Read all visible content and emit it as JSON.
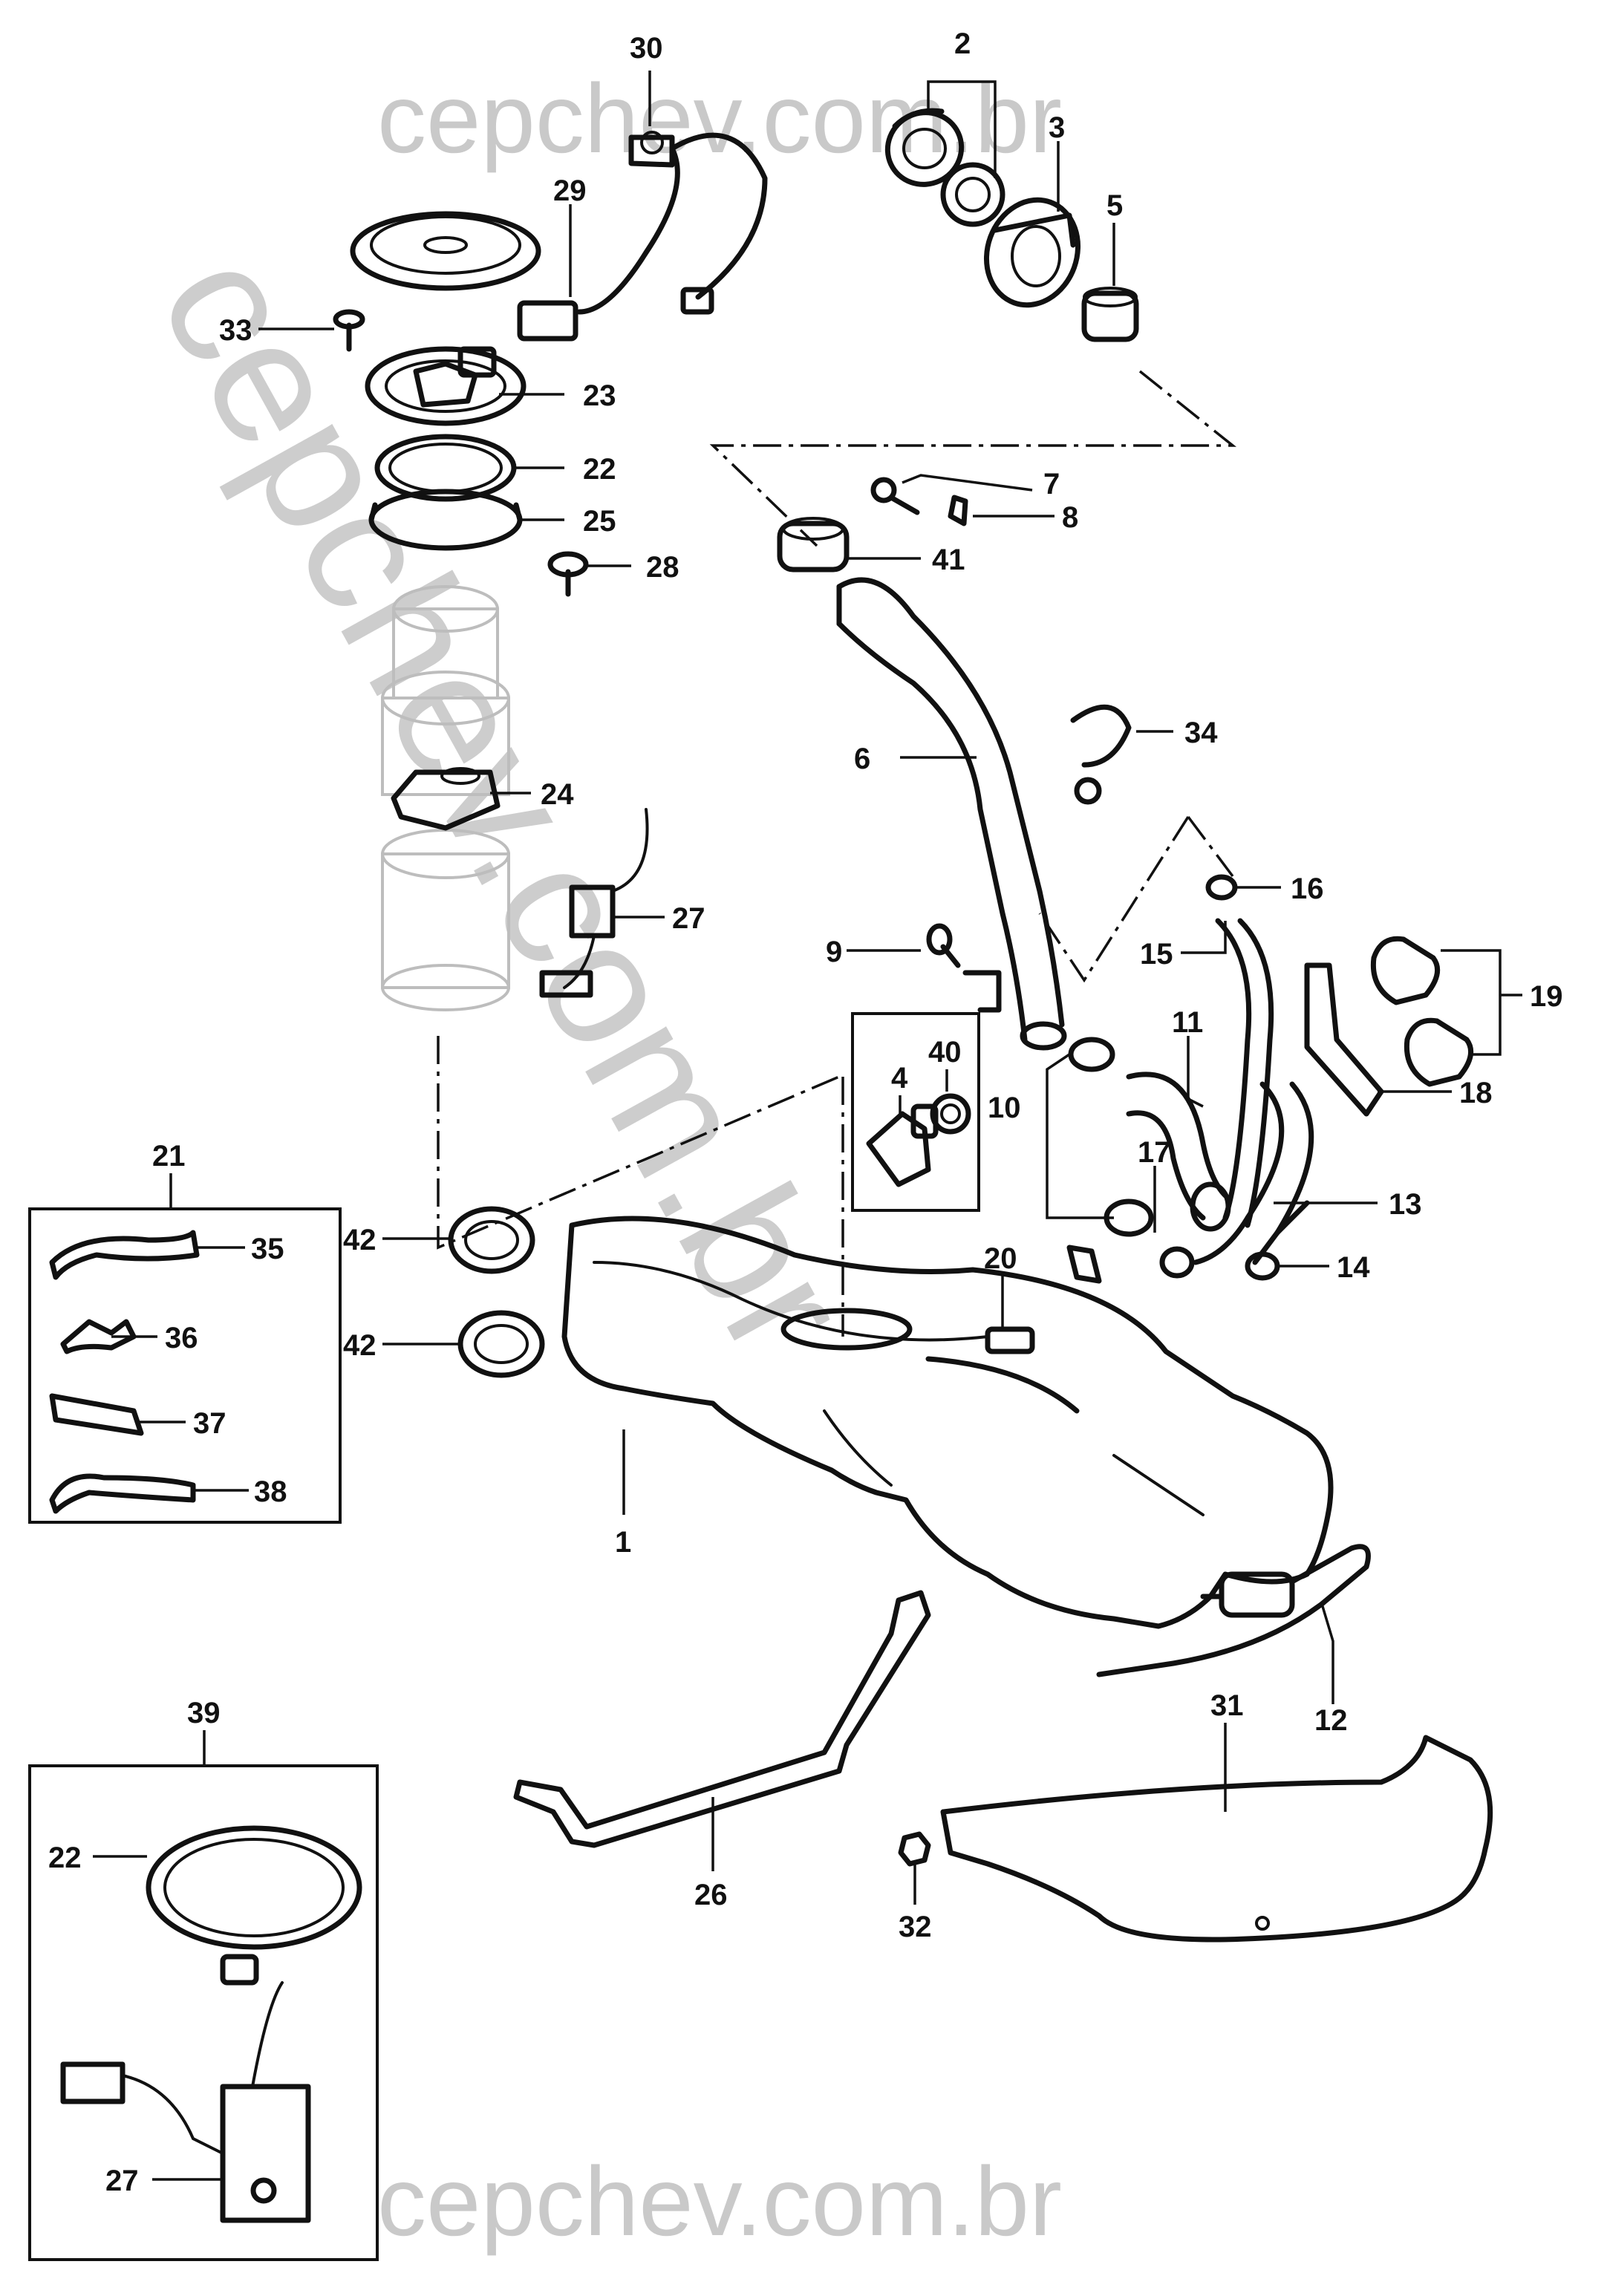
{
  "watermark": {
    "top": "cepchev.com.br",
    "bottom": "cepchev.com.br",
    "diagonal": "cepchev.com.br"
  },
  "callouts": {
    "c1": "1",
    "c2": "2",
    "c3": "3",
    "c4": "4",
    "c5": "5",
    "c6": "6",
    "c7": "7",
    "c8": "8",
    "c9": "9",
    "c10": "10",
    "c11": "11",
    "c12": "12",
    "c13": "13",
    "c14": "14",
    "c15": "15",
    "c16": "16",
    "c17": "17",
    "c18": "18",
    "c19": "19",
    "c20": "20",
    "c21": "21",
    "c22a": "22",
    "c22b": "22",
    "c23": "23",
    "c24": "24",
    "c25": "25",
    "c26": "26",
    "c27a": "27",
    "c27b": "27",
    "c28": "28",
    "c29": "29",
    "c30": "30",
    "c31": "31",
    "c32": "32",
    "c33": "33",
    "c34": "34",
    "c35": "35",
    "c36": "36",
    "c37": "37",
    "c38": "38",
    "c39": "39",
    "c40": "40",
    "c41": "41",
    "c42a": "42",
    "c42b": "42"
  }
}
